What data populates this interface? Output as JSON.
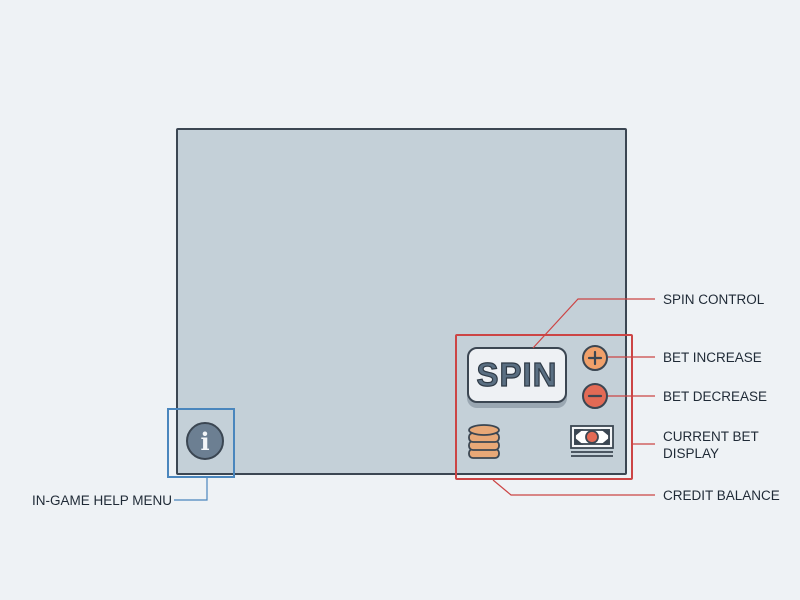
{
  "labels": {
    "spin_control": "SPIN CONTROL",
    "bet_increase": "BET INCREASE",
    "bet_decrease": "BET DECREASE",
    "current_bet_line1": "CURRENT BET",
    "current_bet_line2": "DISPLAY",
    "credit_balance": "CREDIT BALANCE",
    "help_menu": "IN-GAME HELP MENU"
  },
  "controls": {
    "spin_label": "SPIN",
    "info_glyph": "i"
  },
  "icons": {
    "info": "info-icon",
    "plus": "plus-icon",
    "minus": "minus-icon",
    "coins": "coin-stack-icon",
    "bill": "banknote-icon"
  },
  "colors": {
    "background": "#eef2f5",
    "screen": "#c4d0d8",
    "outline": "#3b4652",
    "help_highlight": "#4a86bd",
    "controls_highlight": "#cc4545",
    "plus_button": "#f0a06a",
    "minus_button": "#e36a55",
    "coins": "#e8a877"
  }
}
